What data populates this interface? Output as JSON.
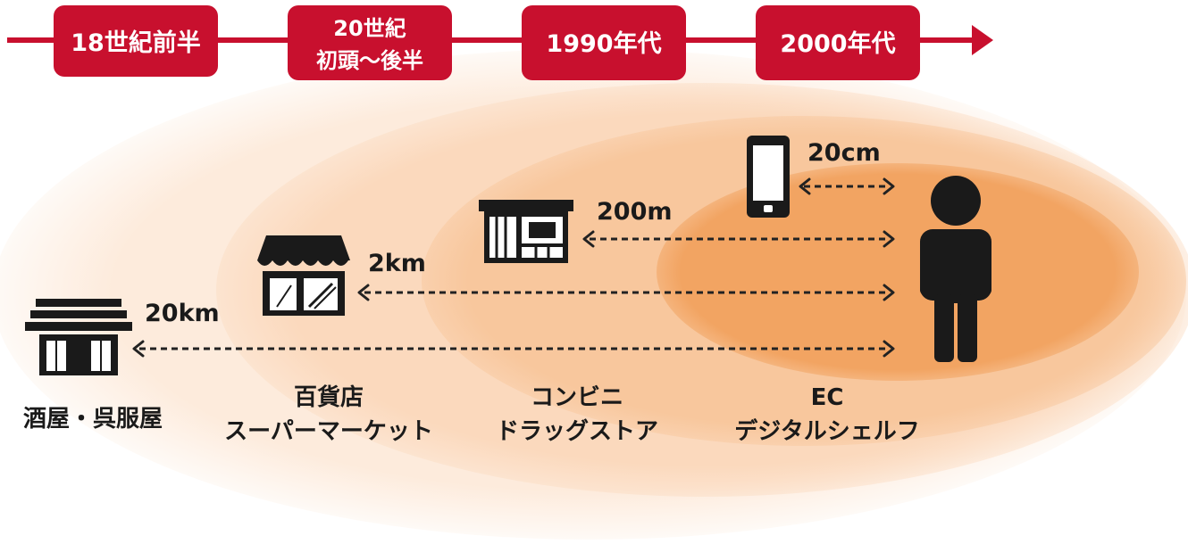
{
  "timeline": {
    "eras": [
      {
        "lines": [
          "18世紀前半"
        ]
      },
      {
        "lines": [
          "20世紀",
          "初頭～後半"
        ]
      },
      {
        "lines": [
          "1990年代"
        ]
      },
      {
        "lines": [
          "2000年代"
        ]
      }
    ],
    "color": "#c8102e"
  },
  "distances": {
    "phone": "20cm",
    "convenience": "200m",
    "supermarket": "2km",
    "liquor": "20km"
  },
  "categories": {
    "liquor": {
      "line1": "酒屋・呉服屋"
    },
    "supermarket": {
      "line1": "百貨店",
      "line2": "スーパーマーケット"
    },
    "convenience": {
      "line1": "コンビニ",
      "line2": "ドラッグストア"
    },
    "ec": {
      "line1": "EC",
      "line2": "デジタルシェルフ"
    }
  },
  "icons": {
    "liquor_store": "traditional-shop-icon",
    "supermarket": "awning-store-icon",
    "convenience_store": "convenience-store-icon",
    "smartphone": "smartphone-icon",
    "person": "person-icon"
  },
  "colors": {
    "ring1": "#fdebdc",
    "ring2": "#fbd9bd",
    "ring3": "#f8c79d",
    "ring4": "#f2a462",
    "icon": "#1a1a1a"
  }
}
